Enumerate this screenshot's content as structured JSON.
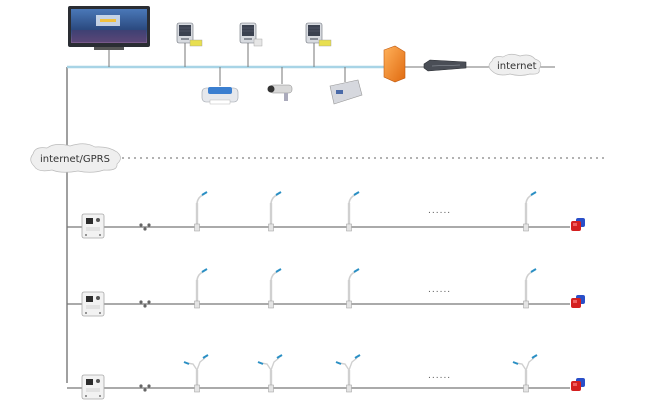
{
  "diagram": {
    "title": "Street lighting remote monitoring network topology",
    "labels": {
      "internet_cloud": "internet",
      "gprs_cloud": "internet/GPRS",
      "ellipsis": "......"
    },
    "top_network": {
      "nodes": [
        {
          "id": "monitor",
          "name": "monitoring-center-display"
        },
        {
          "id": "server1",
          "name": "server"
        },
        {
          "id": "server2",
          "name": "server"
        },
        {
          "id": "server3",
          "name": "server"
        },
        {
          "id": "printer",
          "name": "printer"
        },
        {
          "id": "camera",
          "name": "cctv-camera"
        },
        {
          "id": "storage",
          "name": "storage-device"
        },
        {
          "id": "firewall",
          "name": "firewall"
        },
        {
          "id": "router",
          "name": "router-switch"
        }
      ]
    },
    "branches": [
      {
        "controller": "concentrator-controller",
        "lamp_type": "single-arm",
        "lamps_before_ellipsis": 3,
        "lamps_after_ellipsis": 1,
        "end_device": "alarm"
      },
      {
        "controller": "concentrator-controller",
        "lamp_type": "single-arm",
        "lamps_before_ellipsis": 3,
        "lamps_after_ellipsis": 1,
        "end_device": "alarm"
      },
      {
        "controller": "concentrator-controller",
        "lamp_type": "double-arm",
        "lamps_before_ellipsis": 3,
        "lamps_after_ellipsis": 1,
        "end_device": "alarm"
      }
    ],
    "colors": {
      "lan_bus": "#a8d4e6",
      "wire": "#777777",
      "firewall": "#f08a2c",
      "lamp_head": "#2a8fc4",
      "alarm_red": "#d42020",
      "alarm_blue": "#2a4fc8",
      "cloud": "#efefef"
    }
  }
}
